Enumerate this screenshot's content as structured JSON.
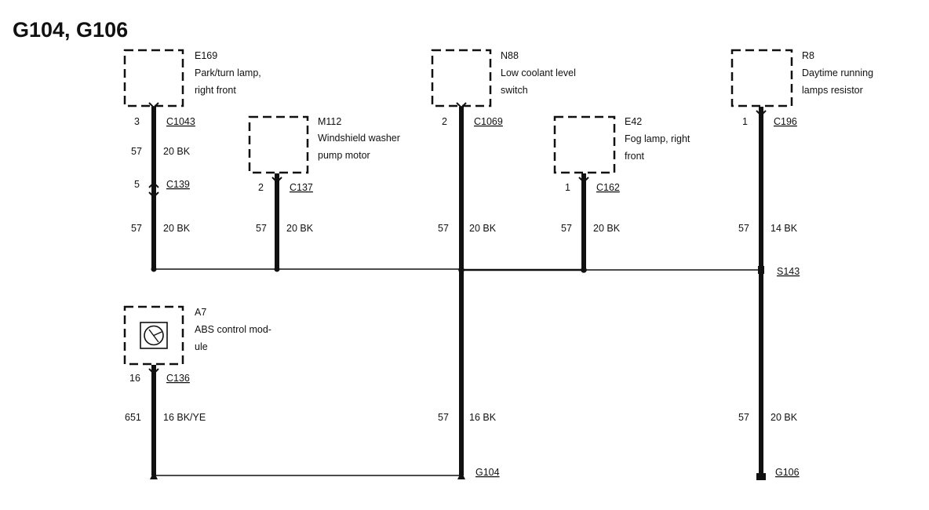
{
  "title": "G104, G106",
  "components": {
    "e169": {
      "id": "E169",
      "line1": "Park/turn lamp,",
      "line2": "right front"
    },
    "m112": {
      "id": "M112",
      "line1": "Windshield washer",
      "line2": "pump motor"
    },
    "n88": {
      "id": "N88",
      "line1": "Low coolant level",
      "line2": "switch"
    },
    "e42": {
      "id": "E42",
      "line1": "Fog lamp, right",
      "line2": "front"
    },
    "r8": {
      "id": "R8",
      "line1": "Daytime running",
      "line2": "lamps resistor"
    },
    "a7": {
      "id": "A7",
      "line1": "ABS control mod-",
      "line2": "ule"
    }
  },
  "connectors": {
    "c1043": {
      "pin": "3",
      "name": "C1043"
    },
    "c139": {
      "pin": "5",
      "name": "C139"
    },
    "c137": {
      "pin": "2",
      "name": "C137"
    },
    "c1069": {
      "pin": "2",
      "name": "C1069"
    },
    "c162": {
      "pin": "1",
      "name": "C162"
    },
    "c196": {
      "pin": "1",
      "name": "C196"
    },
    "c136": {
      "pin": "16",
      "name": "C136"
    }
  },
  "wires": {
    "w1": {
      "circuit": "57",
      "spec": "20 BK"
    },
    "w2": {
      "circuit": "57",
      "spec": "20 BK"
    },
    "w3": {
      "circuit": "57",
      "spec": "20 BK"
    },
    "w4": {
      "circuit": "57",
      "spec": "20 BK"
    },
    "w5": {
      "circuit": "57",
      "spec": "20 BK"
    },
    "w6": {
      "circuit": "57",
      "spec": "14 BK"
    },
    "w7": {
      "circuit": "651",
      "spec": "16 BK/YE"
    },
    "w8": {
      "circuit": "57",
      "spec": "16 BK"
    },
    "w9": {
      "circuit": "57",
      "spec": "20 BK"
    }
  },
  "splice": "S143",
  "grounds": {
    "g104": "G104",
    "g106": "G106"
  }
}
